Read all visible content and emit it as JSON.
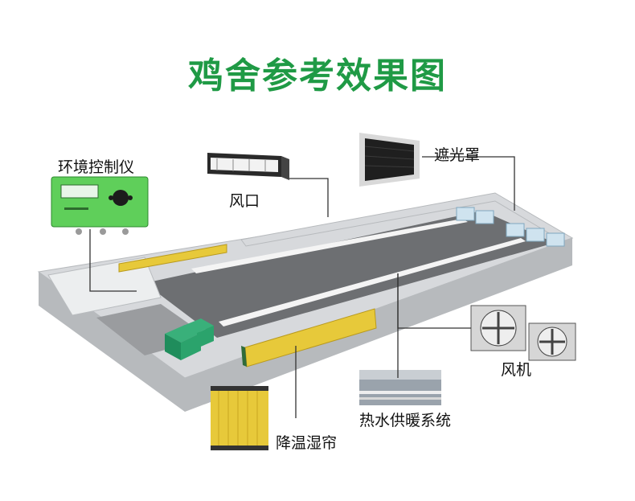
{
  "title": "鸡舍参考效果图",
  "colors": {
    "title": "#1f9a45",
    "floor": "#6d6f72",
    "wall": "#d7d9dc",
    "wall_shadow": "#b7babd",
    "pad": "#e7c93a",
    "controller": "#5fcf5a",
    "leader_line": "#333333"
  },
  "components": [
    {
      "id": "controller",
      "label": "环境控制仪",
      "icon": "controller-panel-icon"
    },
    {
      "id": "vent",
      "label": "风口",
      "icon": "air-inlet-icon"
    },
    {
      "id": "shade",
      "label": "遮光罩",
      "icon": "light-trap-icon"
    },
    {
      "id": "fan",
      "label": "风机",
      "icon": "exhaust-fan-icon"
    },
    {
      "id": "heating",
      "label": "热水供暖系统",
      "icon": "heating-pipe-icon"
    },
    {
      "id": "cooling",
      "label": "降温湿帘",
      "icon": "cooling-pad-icon"
    }
  ]
}
